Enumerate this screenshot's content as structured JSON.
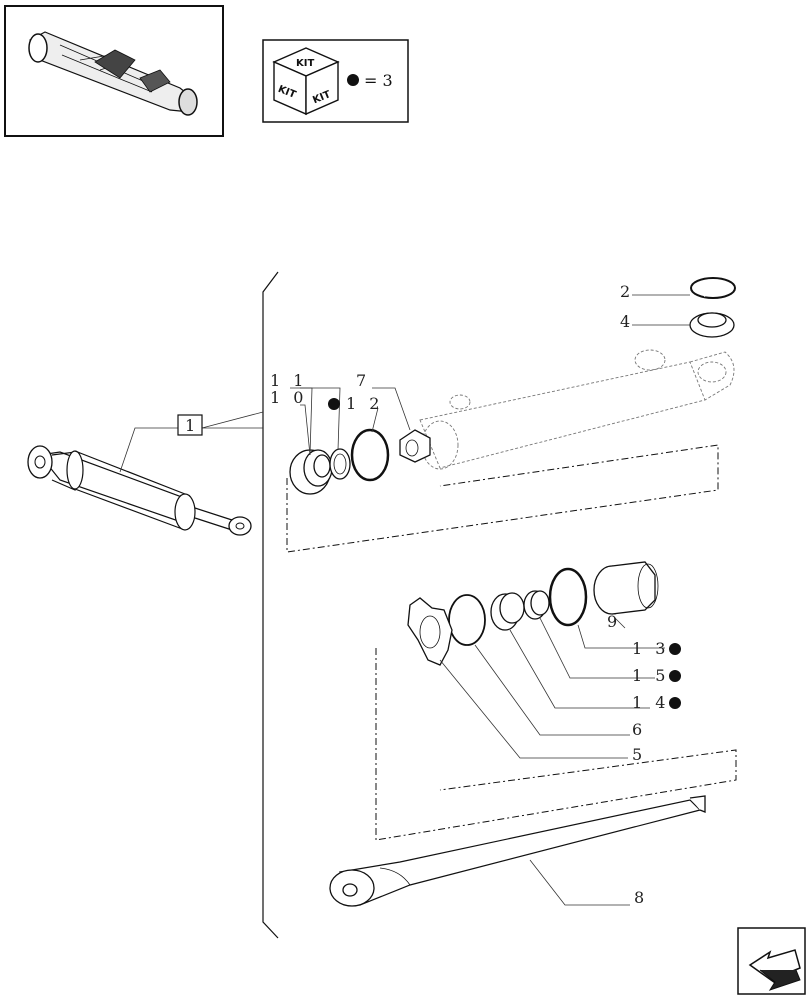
{
  "kit_box": {
    "kit_label": "KIT",
    "equals_value": "= 3",
    "dot_color": "#111111"
  },
  "callouts": {
    "main_ref": "1",
    "part_2": "2",
    "part_4": "4",
    "part_11": "1 1",
    "part_10": "1 0",
    "part_12": "1 2",
    "part_7": "7",
    "part_9": "9",
    "part_13": "1 3",
    "part_15": "1 5",
    "part_14": "1 4",
    "part_6": "6",
    "part_5": "5",
    "part_8": "8"
  },
  "icons": {
    "thumbnail": "axle-assembly-icon",
    "kit_cube": "kit-cube-icon",
    "nav": "next-page-arrow-icon"
  }
}
